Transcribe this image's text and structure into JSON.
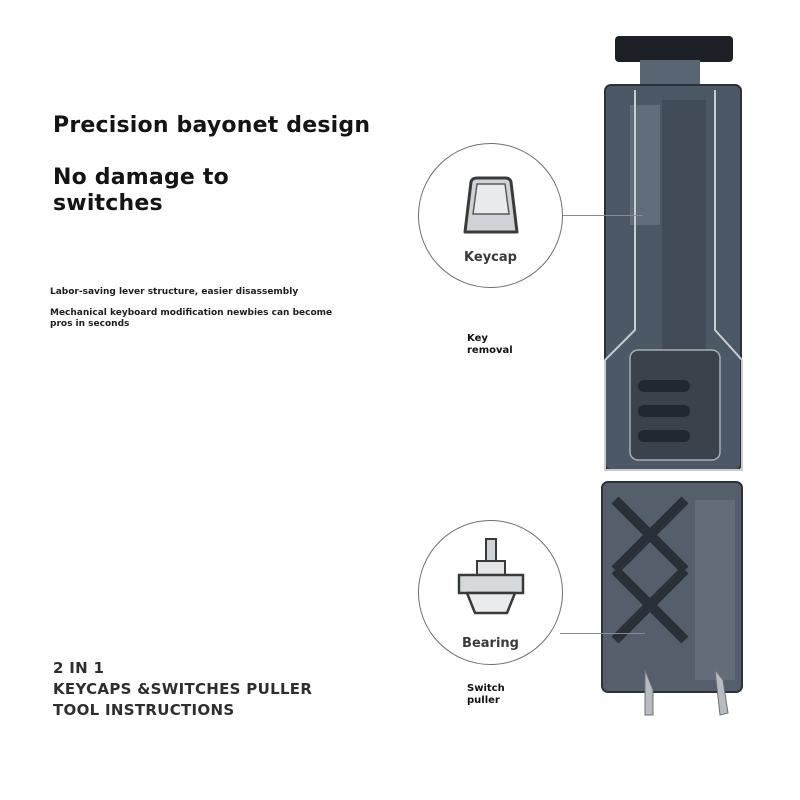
{
  "headline": {
    "line1": "Precision bayonet design",
    "line2": "No damage to switches"
  },
  "subtext": {
    "line1": "Labor-saving lever structure, easier disassembly",
    "line2": "Mechanical keyboard modification newbies can become pros in seconds"
  },
  "product_title": {
    "line1": "2 IN 1",
    "line2": "KEYCAPS &SWITCHES PULLER",
    "line3": "TOOL INSTRUCTIONS"
  },
  "callouts": {
    "keycap": {
      "circle_label": "Keycap",
      "icon": "keycap-icon",
      "caption_line1": "Key",
      "caption_line2": "removal"
    },
    "switch": {
      "circle_label": "Bearing",
      "icon": "switch-icon",
      "caption_line1": "Switch",
      "caption_line2": "puller"
    }
  },
  "colors": {
    "tool_body": "#4a5562",
    "tool_dark": "#2b323b",
    "wire": "#c9cdd2",
    "text": "#141414"
  }
}
